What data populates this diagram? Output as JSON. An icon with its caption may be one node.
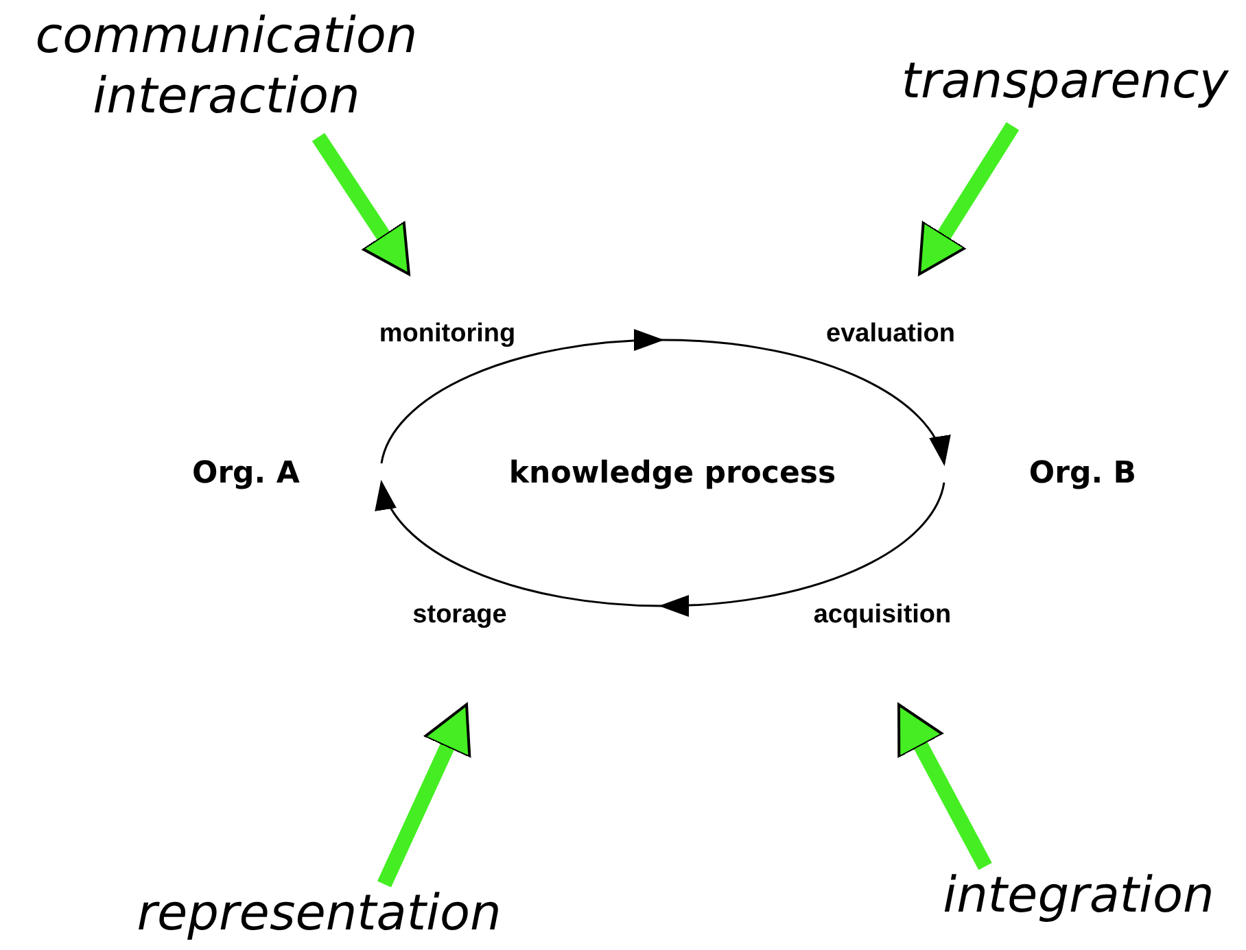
{
  "diagram": {
    "nodes": [
      {
        "text": [
          "communication interaction"
        ]
      },
      {
        "text": [
          "transparency"
        ]
      },
      {
        "text": [
          "monitoring"
        ]
      },
      {
        "text": [
          "evaluation"
        ]
      },
      {
        "text": [
          "Org. A"
        ]
      },
      {
        "text": [
          "knowledge process"
        ]
      },
      {
        "text": [
          "Org. B"
        ]
      },
      {
        "text": [
          "storage"
        ]
      },
      {
        "text": [
          "acquisition"
        ]
      },
      {
        "text": [
          "representation"
        ]
      },
      {
        "text": [
          "integration"
        ]
      }
    ],
    "edges": [
      {
        "from": 0,
        "to": 2,
        "arrow": "to"
      },
      {
        "from": 1,
        "to": 3,
        "arrow": "to"
      },
      {
        "from": 9,
        "to": 7,
        "arrow": "to"
      },
      {
        "from": 10,
        "to": 8,
        "arrow": "to"
      },
      {
        "from": 4,
        "to": 6,
        "arrow": "to",
        "color": "#000000"
      },
      {
        "from": 6,
        "to": 4,
        "arrow": "to",
        "color": "#000000"
      }
    ]
  }
}
